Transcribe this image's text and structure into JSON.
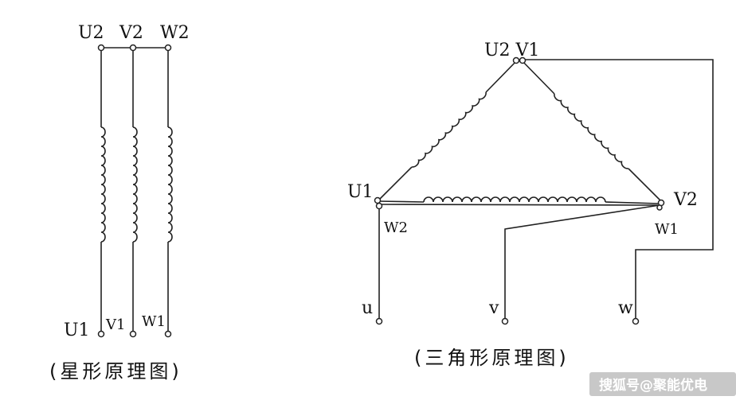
{
  "star": {
    "top_labels": [
      "U2",
      "V2",
      "W2"
    ],
    "bottom_labels": [
      "U1",
      "V1",
      "W1"
    ],
    "caption": "(星形原理图)"
  },
  "delta": {
    "vertex_top": "U2 V1",
    "left_vertex_a": "U1",
    "left_vertex_b": "W2",
    "right_vertex_a": "V2",
    "right_vertex_b": "W1",
    "outputs": [
      "u",
      "v",
      "w"
    ],
    "caption": "(三角形原理图)"
  },
  "watermark": "搜狐号@聚能优电"
}
